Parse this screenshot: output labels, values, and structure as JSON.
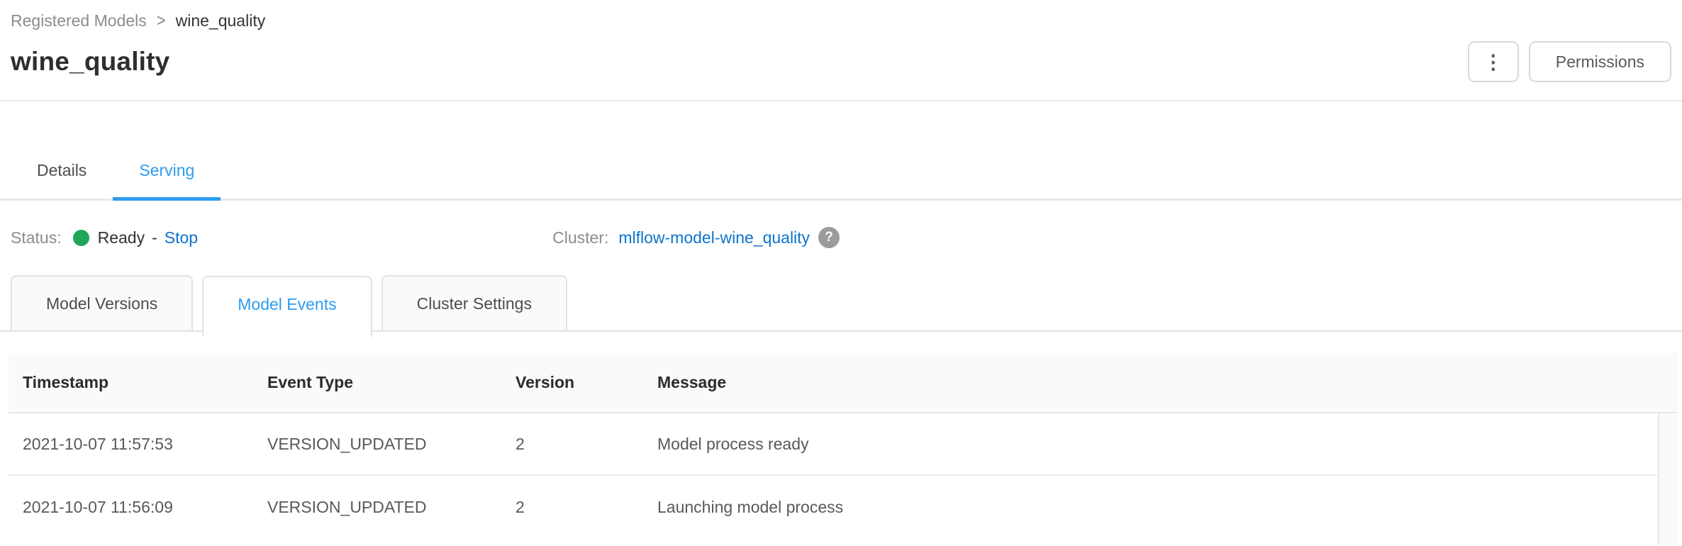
{
  "breadcrumb": {
    "parent": "Registered Models",
    "separator": ">",
    "current": "wine_quality"
  },
  "page": {
    "title": "wine_quality"
  },
  "toolbar": {
    "kebab_icon": "⋮",
    "permissions_label": "Permissions"
  },
  "main_tabs": [
    {
      "label": "Details",
      "active": false
    },
    {
      "label": "Serving",
      "active": true
    }
  ],
  "status": {
    "label": "Status:",
    "state": "Ready",
    "separator": "-",
    "stop_action": "Stop"
  },
  "cluster": {
    "label": "Cluster:",
    "name": "mlflow-model-wine_quality",
    "help_icon": "?"
  },
  "sub_tabs": [
    {
      "label": "Model Versions",
      "active": false
    },
    {
      "label": "Model Events",
      "active": true
    },
    {
      "label": "Cluster Settings",
      "active": false
    }
  ],
  "events_table": {
    "columns": [
      "Timestamp",
      "Event Type",
      "Version",
      "Message"
    ],
    "rows": [
      {
        "timestamp": "2021-10-07 11:57:53",
        "event_type": "VERSION_UPDATED",
        "version": "2",
        "message": "Model process ready"
      },
      {
        "timestamp": "2021-10-07 11:56:09",
        "event_type": "VERSION_UPDATED",
        "version": "2",
        "message": "Launching model process"
      }
    ]
  },
  "colors": {
    "accent_blue": "#2e9cf1",
    "link_blue": "#0e74cd",
    "success_green": "#20a55a"
  }
}
